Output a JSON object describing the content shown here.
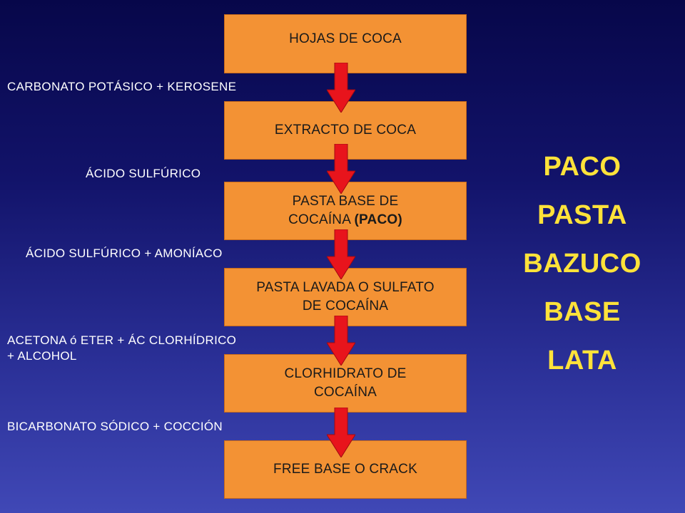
{
  "flow": {
    "boxes": [
      {
        "lines": [
          "HOJAS DE COCA"
        ]
      },
      {
        "lines": [
          "EXTRACTO DE COCA"
        ]
      },
      {
        "line1": "PASTA BASE DE",
        "line2_text": "COCAÍNA ",
        "line2_bold": "(PACO)"
      },
      {
        "lines": [
          "PASTA LAVADA O SULFATO",
          "DE COCAÍNA"
        ]
      },
      {
        "lines": [
          "CLORHIDRATO DE",
          "COCAÍNA"
        ]
      },
      {
        "lines": [
          "FREE BASE O CRACK"
        ]
      }
    ],
    "reagents": [
      {
        "lines": [
          "CARBONATO POTÁSICO + KEROSENE"
        ]
      },
      {
        "lines": [
          "ÁCIDO SULFÚRICO"
        ]
      },
      {
        "lines": [
          "ÁCIDO SULFÚRICO + AMONÍACO"
        ]
      },
      {
        "lines": [
          "ACETONA ó ETER + ÁC CLORHÍDRICO",
          "+ ALCOHOL"
        ]
      },
      {
        "lines": [
          "BICARBONATO SÓDICO + COCCIÓN"
        ]
      }
    ],
    "arrow_color": "#e8141c",
    "box_color": "#f39234"
  },
  "street_names": [
    "PACO",
    "PASTA",
    "BAZUCO",
    "BASE",
    "LATA"
  ],
  "colors": {
    "street_names": "#ffe23a",
    "reagent_text": "#ffffff"
  }
}
